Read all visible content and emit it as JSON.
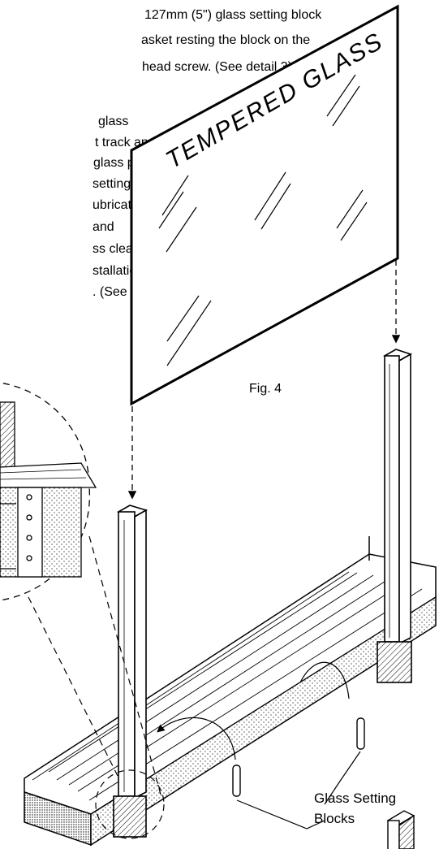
{
  "instructions": {
    "line1": "127mm (5\") glass setting block",
    "line2": "asket resting the block on the",
    "line3": "head screw. (See detail 3)",
    "line4": "glass",
    "line5": "t track and",
    "line6": "glass panel",
    "line7": "setting blocks.",
    "line8": "ubricate",
    "line9": "and",
    "line10": "ss cleaner",
    "line11": "stallation",
    "line12": ". (See fig. 4)"
  },
  "glass_panel_label": "TEMPERED GLASS",
  "figure_label": "Fig. 4",
  "callout": {
    "line1": "Glass Setting",
    "line2": "Blocks"
  }
}
